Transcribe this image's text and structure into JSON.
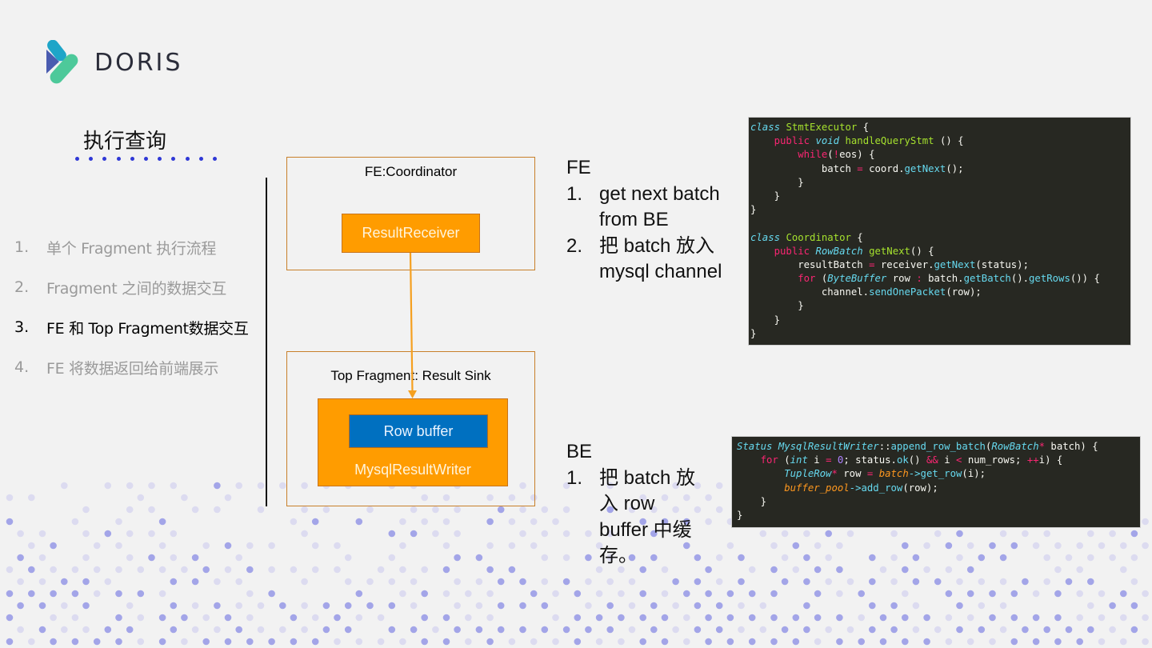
{
  "brand": {
    "logo_text": "DORIS",
    "colors": {
      "logo_blue": "#4a5cb0",
      "logo_teal": "#1ea5c8",
      "logo_green": "#4dc99a",
      "text": "#2b2d3a"
    }
  },
  "section": {
    "title": "执行查询",
    "title_dot_count": 11,
    "dot_color": "#2f38d6"
  },
  "agenda": {
    "items": [
      {
        "num": "1.",
        "label": "单个 Fragment 执行流程",
        "active": false
      },
      {
        "num": "2.",
        "label": "Fragment 之间的数据交互",
        "active": false
      },
      {
        "num": "3.",
        "label": "FE 和 Top Fragment数据交互",
        "active": true
      },
      {
        "num": "4.",
        "label": "FE 将数据返回给前端展示",
        "active": false
      }
    ]
  },
  "diagram": {
    "fe_box": {
      "title": "FE:Coordinator",
      "component": "ResultReceiver"
    },
    "be_box": {
      "title": "Top Fragment: Result Sink",
      "inner": "Row buffer",
      "component": "MysqlResultWriter"
    },
    "colors": {
      "orange": "#ff9c00",
      "border": "#c8802a",
      "blue": "#0070c0"
    }
  },
  "notes": {
    "fe": {
      "heading": "FE",
      "items": [
        {
          "num": "1.",
          "text": "get next batch from BE"
        },
        {
          "num": "2.",
          "text": "把 batch 放入 mysql channel"
        }
      ]
    },
    "be": {
      "heading": "BE",
      "items": [
        {
          "num": "1.",
          "text": "把 batch 放入 row buffer 中缓存。"
        }
      ]
    }
  },
  "code": {
    "fe": {
      "lines": [
        [
          [
            "cls",
            "class"
          ],
          [
            "plain",
            " "
          ],
          [
            "name",
            "StmtExecutor"
          ],
          [
            "plain",
            " {"
          ]
        ],
        [
          [
            "plain",
            "    "
          ],
          [
            "kw",
            "public"
          ],
          [
            "plain",
            " "
          ],
          [
            "type",
            "void"
          ],
          [
            "plain",
            " "
          ],
          [
            "name",
            "handleQueryStmt"
          ],
          [
            "plain",
            " () {"
          ]
        ],
        [
          [
            "plain",
            "        "
          ],
          [
            "kw",
            "while"
          ],
          [
            "plain",
            "("
          ],
          [
            "op",
            "!"
          ],
          [
            "plain",
            "eos) {"
          ]
        ],
        [
          [
            "plain",
            "            batch "
          ],
          [
            "op",
            "="
          ],
          [
            "plain",
            " coord."
          ],
          [
            "fn",
            "getNext"
          ],
          [
            "plain",
            "();"
          ]
        ],
        [
          [
            "plain",
            "        }"
          ]
        ],
        [
          [
            "plain",
            "    }"
          ]
        ],
        [
          [
            "plain",
            "}"
          ]
        ],
        [],
        [
          [
            "cls",
            "class"
          ],
          [
            "plain",
            " "
          ],
          [
            "name",
            "Coordinator"
          ],
          [
            "plain",
            " {"
          ]
        ],
        [
          [
            "plain",
            "    "
          ],
          [
            "kw",
            "public"
          ],
          [
            "plain",
            " "
          ],
          [
            "type",
            "RowBatch"
          ],
          [
            "plain",
            " "
          ],
          [
            "name",
            "getNext"
          ],
          [
            "plain",
            "() {"
          ]
        ],
        [
          [
            "plain",
            "        resultBatch "
          ],
          [
            "op",
            "="
          ],
          [
            "plain",
            " receiver."
          ],
          [
            "fn",
            "getNext"
          ],
          [
            "plain",
            "(status);"
          ]
        ],
        [
          [
            "plain",
            "        "
          ],
          [
            "kw",
            "for"
          ],
          [
            "plain",
            " ("
          ],
          [
            "type",
            "ByteBuffer"
          ],
          [
            "plain",
            " row "
          ],
          [
            "op",
            ":"
          ],
          [
            "plain",
            " batch."
          ],
          [
            "fn",
            "getBatch"
          ],
          [
            "plain",
            "()."
          ],
          [
            "fn",
            "getRows"
          ],
          [
            "plain",
            "()) {"
          ]
        ],
        [
          [
            "plain",
            "            channel."
          ],
          [
            "fn",
            "sendOnePacket"
          ],
          [
            "plain",
            "(row);"
          ]
        ],
        [
          [
            "plain",
            "        }"
          ]
        ],
        [
          [
            "plain",
            "    }"
          ]
        ],
        [
          [
            "plain",
            "}"
          ]
        ]
      ]
    },
    "be": {
      "lines": [
        [
          [
            "type",
            "Status"
          ],
          [
            "plain",
            " "
          ],
          [
            "type",
            "MysqlResultWriter"
          ],
          [
            "plain",
            "::"
          ],
          [
            "fn",
            "append_row_batch"
          ],
          [
            "plain",
            "("
          ],
          [
            "type",
            "RowBatch"
          ],
          [
            "op",
            "*"
          ],
          [
            "plain",
            " batch) {"
          ]
        ],
        [
          [
            "plain",
            "    "
          ],
          [
            "kw",
            "for"
          ],
          [
            "plain",
            " ("
          ],
          [
            "type",
            "int"
          ],
          [
            "plain",
            " i "
          ],
          [
            "op",
            "="
          ],
          [
            "plain",
            " "
          ],
          [
            "num",
            "0"
          ],
          [
            "plain",
            "; status."
          ],
          [
            "fn",
            "ok"
          ],
          [
            "plain",
            "() "
          ],
          [
            "op",
            "&&"
          ],
          [
            "plain",
            " i "
          ],
          [
            "op",
            "<"
          ],
          [
            "plain",
            " num_rows; "
          ],
          [
            "op",
            "++"
          ],
          [
            "plain",
            "i) {"
          ]
        ],
        [
          [
            "plain",
            "        "
          ],
          [
            "type",
            "TupleRow"
          ],
          [
            "op",
            "*"
          ],
          [
            "plain",
            " row "
          ],
          [
            "op",
            "="
          ],
          [
            "plain",
            " "
          ],
          [
            "param",
            "batch"
          ],
          [
            "fn",
            "->get_row"
          ],
          [
            "plain",
            "(i);"
          ]
        ],
        [
          [
            "plain",
            "        "
          ],
          [
            "param",
            "buffer_pool"
          ],
          [
            "fn",
            "->add_row"
          ],
          [
            "plain",
            "(row);"
          ]
        ],
        [
          [
            "plain",
            "    }"
          ]
        ],
        [
          [
            "plain",
            "}"
          ]
        ]
      ]
    }
  }
}
